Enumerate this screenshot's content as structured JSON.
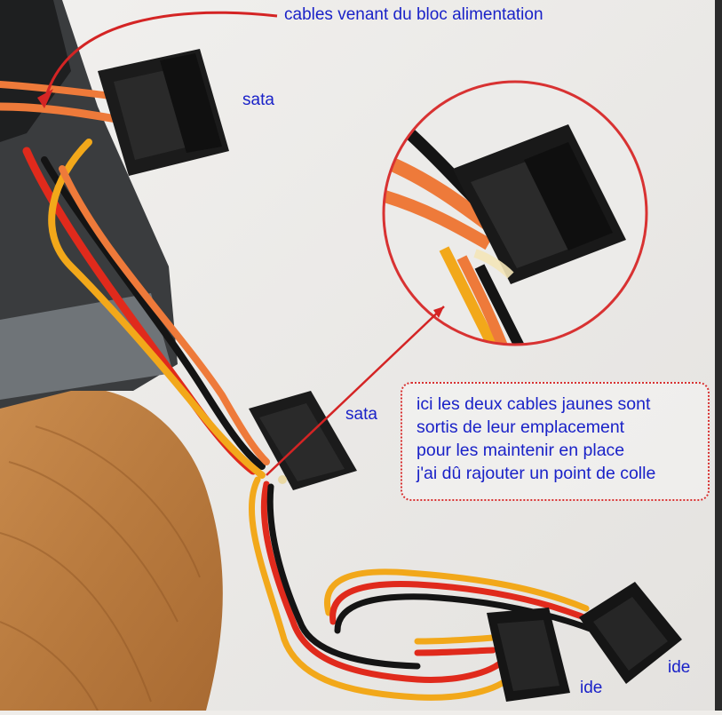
{
  "labels": {
    "cables": "cables venant du bloc alimentation",
    "sata_top": "sata",
    "sata_middle": "sata",
    "ide_left": "ide",
    "ide_right": "ide"
  },
  "note": {
    "lines": [
      "ici les deux cables jaunes sont",
      "sortis de leur emplacement",
      "pour les maintenir en place",
      "j'ai dû rajouter un point de colle"
    ]
  },
  "colors": {
    "annotation_text": "#1a22c8",
    "annotation_arrow": "#d42424",
    "wire_red": "#e02a1c",
    "wire_yellow": "#f2a81a",
    "wire_orange": "#ee7a3a",
    "wire_black": "#141414"
  }
}
